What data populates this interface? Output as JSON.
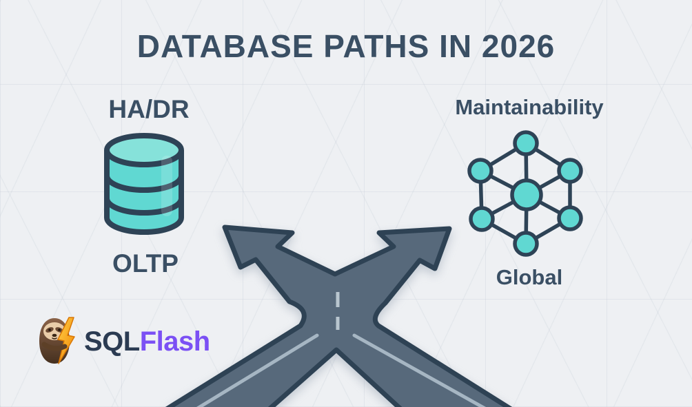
{
  "title": "DATABASE PATHS IN 2026",
  "branches": {
    "left": {
      "top_label": "HA/DR",
      "icon": "database-icon",
      "bottom_label": "OLTP"
    },
    "right": {
      "top_label": "Maintainability",
      "icon": "network-icon",
      "bottom_label": "Global"
    }
  },
  "road": {
    "shape": "fork-crossroad-with-two-up-arrows",
    "arrow_count": 2
  },
  "brand": {
    "primary": "SQL",
    "secondary": "Flash",
    "logo": "sloth-lightning-logo"
  },
  "colors": {
    "bg": "#eef0f3",
    "heading": "#3a4f64",
    "teal": "#60d8d2",
    "teal_light": "#86e2da",
    "outline": "#2e4356",
    "road": "#57697b",
    "road_outline": "#2e4254",
    "lane_line": "#a6b6c3",
    "center_dash": "#b9c6cf",
    "brand_primary": "#2b3b52",
    "brand_secondary": "#7b50f4",
    "bolt_top": "#ffd14a",
    "bolt_bottom": "#f08300",
    "sloth_body": "#87614a",
    "sloth_face": "#e9cda9"
  }
}
